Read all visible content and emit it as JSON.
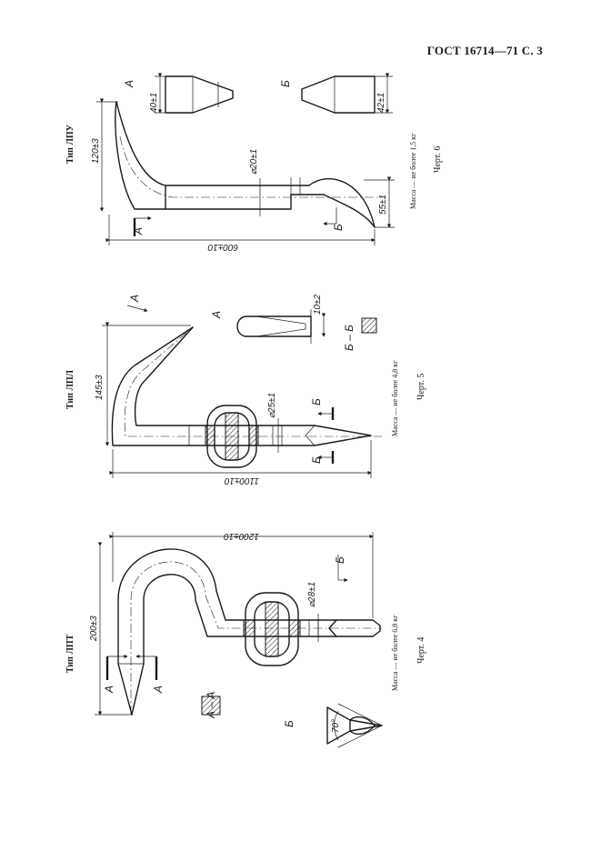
{
  "header": "ГОСТ 16714—71 С. 3",
  "figures": [
    {
      "type_label": "Тип ЛПТ",
      "mass": "Масса — не более 6,8 кг",
      "caption": "Черт. 4",
      "dims": {
        "length": "1200±10",
        "height": "200±3",
        "diameter": "⌀28±1",
        "angle": "70°"
      },
      "section_labels": {
        "a": "А",
        "b": "Б",
        "aa": "А – А",
        "b_view": "Б"
      }
    },
    {
      "type_label": "Тип ЛПЛ",
      "mass": "Масса — не более 4,8 кг",
      "caption": "Черт. 5",
      "dims": {
        "length": "1100±10",
        "height": "145±3",
        "diameter": "⌀25±1",
        "tip": "10±2"
      },
      "section_labels": {
        "a": "А",
        "b": "Б",
        "bb": "Б – Б",
        "a_view": "А"
      }
    },
    {
      "type_label": "Тип ЛПУ",
      "mass": "Масса — не более 1,5 кг",
      "caption": "Черт. 6",
      "dims": {
        "length": "600±10",
        "height": "120±3",
        "diameter": "⌀20±1",
        "hook": "55±1",
        "a_width": "40±1",
        "b_width": "42±1"
      },
      "section_labels": {
        "a": "А",
        "b": "Б",
        "a_view": "А",
        "b_view": "Б"
      }
    }
  ]
}
